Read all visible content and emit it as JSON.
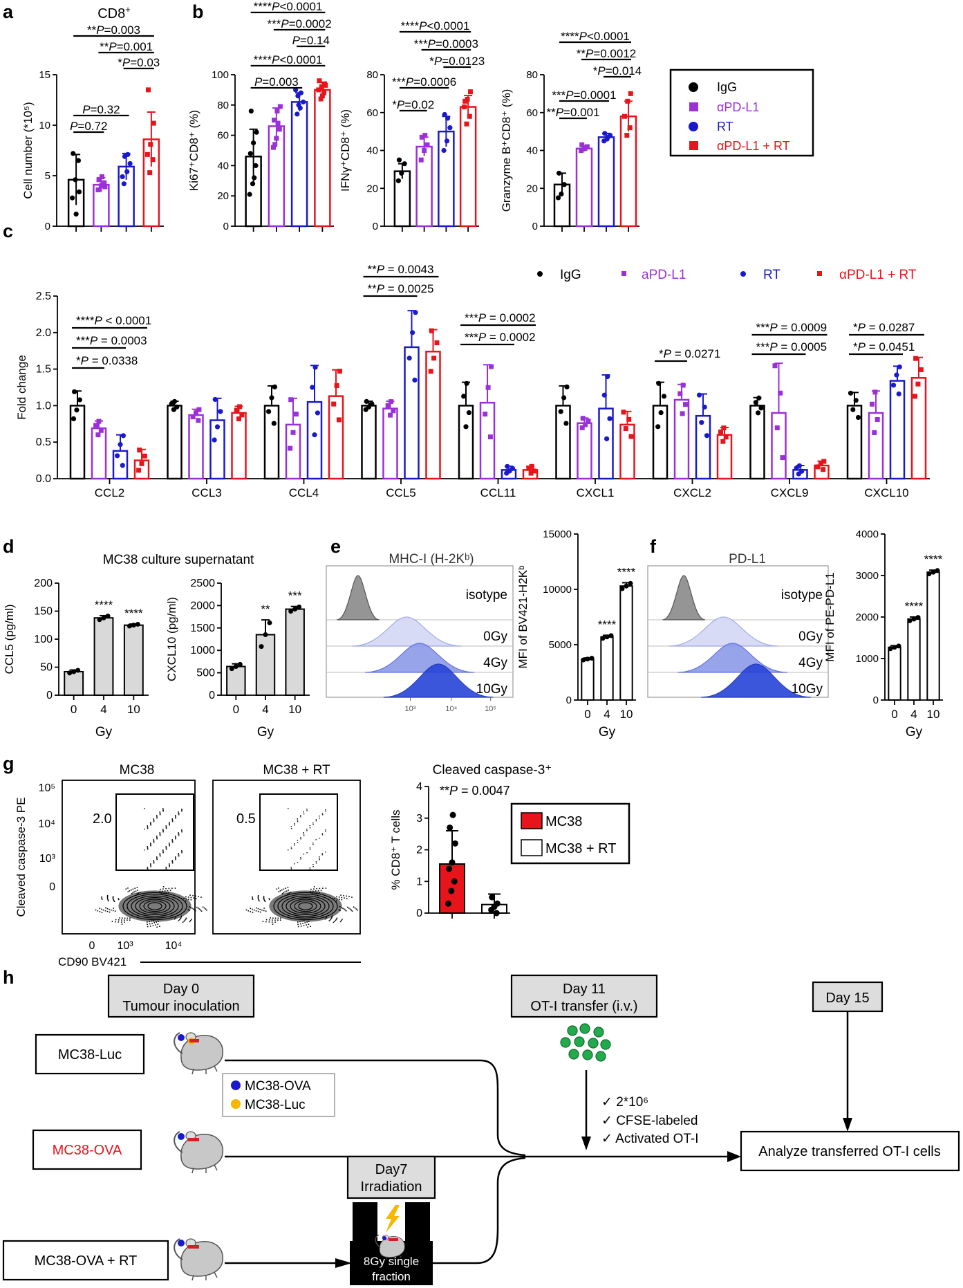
{
  "colors": {
    "igg": "#000000",
    "apdl1": "#9b30d9",
    "rt": "#1a1acc",
    "combo": "#e8141b",
    "grey_bar": "#d9d9d9",
    "hist_dark": "#1f3fd6",
    "hist_grey": "#888888"
  },
  "panel_labels": {
    "a": "a",
    "b": "b",
    "c": "c",
    "d": "d",
    "e": "e",
    "f": "f",
    "g": "g",
    "h": "h"
  },
  "panel_a": {
    "title_main": "CD8",
    "title_sup": "+",
    "chart_data": {
      "type": "bar",
      "ylabel": "Cell number (*10⁵)",
      "ylim": [
        0,
        15
      ],
      "yticks": [
        "0",
        "5",
        "10",
        "15"
      ],
      "series": [
        {
          "name": "IgG",
          "mean": 4.6,
          "err": 2.5,
          "points": [
            2.8,
            4.6,
            6.5,
            7.2,
            1.2,
            3.4
          ]
        },
        {
          "name": "αPD-L1",
          "mean": 4.1,
          "err": 0.7,
          "points": [
            3.6,
            4.0,
            4.3,
            4.6,
            4.9,
            3.9
          ]
        },
        {
          "name": "RT",
          "mean": 5.9,
          "err": 1.3,
          "points": [
            4.2,
            5.4,
            6.2,
            6.9,
            7.1,
            4.9
          ]
        },
        {
          "name": "αPD-L1 + RT",
          "mean": 8.6,
          "err": 2.7,
          "points": [
            5.3,
            6.6,
            7.1,
            8.1,
            10.2,
            13.5
          ]
        }
      ],
      "sig": [
        {
          "s": "**",
          "t": "P=0.003"
        },
        {
          "s": "**",
          "t": "P=0.001"
        },
        {
          "s": "*",
          "t": "P=0.03"
        },
        {
          "s": "",
          "t": "P=0.32"
        },
        {
          "s": "",
          "t": "P=0.72"
        }
      ]
    }
  },
  "panel_b1": {
    "chart_data": {
      "type": "bar",
      "ylabel": "Ki67⁺CD8⁺ (%)",
      "ylim": [
        0,
        100
      ],
      "yticks": [
        "0",
        "20",
        "40",
        "60",
        "80",
        "100"
      ],
      "series": [
        {
          "name": "IgG",
          "mean": 46,
          "err": 18,
          "points": [
            21,
            28,
            40,
            48,
            55,
            62,
            76,
            32
          ]
        },
        {
          "name": "αPD-L1",
          "mean": 66,
          "err": 12,
          "points": [
            52,
            58,
            64,
            70,
            76,
            79,
            54,
            68
          ]
        },
        {
          "name": "RT",
          "mean": 82,
          "err": 6,
          "points": [
            74,
            78,
            82,
            86,
            88,
            90,
            80
          ]
        },
        {
          "name": "αPD-L1 + RT",
          "mean": 90,
          "err": 5,
          "points": [
            84,
            88,
            90,
            92,
            94,
            96,
            86,
            93
          ]
        }
      ],
      "sig": [
        {
          "s": "****",
          "t": "P<0.0001"
        },
        {
          "s": "***",
          "t": "P=0.0002"
        },
        {
          "s": "",
          "t": "P=0.14"
        },
        {
          "s": "****",
          "t": "P<0.0001"
        },
        {
          "s": "",
          "t": "P=0.003"
        }
      ]
    }
  },
  "panel_b2": {
    "chart_data": {
      "type": "bar",
      "ylabel": "IFNγ⁺CD8⁺ (%)",
      "ylim": [
        0,
        80
      ],
      "yticks": [
        "0",
        "20",
        "40",
        "60",
        "80"
      ],
      "series": [
        {
          "name": "IgG",
          "mean": 29,
          "err": 4,
          "points": [
            24,
            28,
            33,
            35
          ]
        },
        {
          "name": "αPD-L1",
          "mean": 42,
          "err": 5,
          "points": [
            35,
            40,
            43,
            47,
            48
          ]
        },
        {
          "name": "RT",
          "mean": 50,
          "err": 8,
          "points": [
            40,
            45,
            52,
            59,
            57
          ]
        },
        {
          "name": "αPD-L1 + RT",
          "mean": 63,
          "err": 6,
          "points": [
            54,
            58,
            63,
            67,
            71,
            66
          ]
        }
      ],
      "sig": [
        {
          "s": "****",
          "t": "P<0.0001"
        },
        {
          "s": "***",
          "t": "P=0.0003"
        },
        {
          "s": "*",
          "t": "P=0.0123"
        },
        {
          "s": "***",
          "t": "P=0.0006"
        },
        {
          "s": "*",
          "t": "P=0.02"
        }
      ]
    }
  },
  "panel_b3": {
    "chart_data": {
      "type": "bar",
      "ylabel": "Granzyme B⁺CD8⁺ (%)",
      "ylim": [
        0,
        80
      ],
      "yticks": [
        "0",
        "20",
        "40",
        "60",
        "80"
      ],
      "series": [
        {
          "name": "IgG",
          "mean": 22,
          "err": 6,
          "points": [
            15,
            17,
            22,
            28
          ]
        },
        {
          "name": "αPD-L1",
          "mean": 41,
          "err": 1.5,
          "points": [
            40,
            41,
            42,
            43,
            41
          ]
        },
        {
          "name": "RT",
          "mean": 47,
          "err": 2,
          "points": [
            45,
            46,
            48,
            49,
            47
          ]
        },
        {
          "name": "αPD-L1 + RT",
          "mean": 58,
          "err": 8,
          "points": [
            48,
            52,
            58,
            66,
            70
          ]
        }
      ],
      "sig": [
        {
          "s": "****",
          "t": "P<0.0001"
        },
        {
          "s": "**",
          "t": "P=0.0012"
        },
        {
          "s": "*",
          "t": "P=0.014"
        },
        {
          "s": "***",
          "t": "P=0.0001"
        },
        {
          "s": "**",
          "t": "P=0.001"
        }
      ]
    }
  },
  "legend_ab": [
    "IgG",
    "αPD-L1",
    "RT",
    "αPD-L1 + RT"
  ],
  "panel_c": {
    "legend": [
      "IgG",
      "aPD-L1",
      "RT",
      "αPD-L1 + RT"
    ],
    "chart_data": {
      "type": "bar",
      "ylabel": "Fold change",
      "ylim": [
        0,
        2.5
      ],
      "yticks": [
        "0.0",
        "0.5",
        "1.0",
        "1.5",
        "2.0",
        "2.5"
      ],
      "categories": [
        "CCL2",
        "CCL3",
        "CCL4",
        "CCL5",
        "CCL11",
        "CXCL1",
        "CXCL2",
        "CXCL9",
        "CXCL10"
      ],
      "means": [
        [
          1.0,
          0.69,
          0.38,
          0.25
        ],
        [
          1.0,
          0.87,
          0.8,
          0.9
        ],
        [
          1.0,
          0.74,
          1.05,
          1.13
        ],
        [
          1.0,
          0.96,
          1.8,
          1.74
        ],
        [
          1.0,
          1.04,
          0.12,
          0.12
        ],
        [
          1.0,
          0.76,
          0.96,
          0.74
        ],
        [
          1.0,
          1.08,
          0.86,
          0.6
        ],
        [
          1.0,
          0.9,
          0.12,
          0.18
        ],
        [
          1.0,
          0.9,
          1.34,
          1.38
        ]
      ],
      "errs": [
        [
          0.2,
          0.1,
          0.22,
          0.15
        ],
        [
          0.06,
          0.08,
          0.3,
          0.09
        ],
        [
          0.27,
          0.36,
          0.5,
          0.36
        ],
        [
          0.06,
          0.1,
          0.5,
          0.3
        ],
        [
          0.32,
          0.52,
          0.05,
          0.05
        ],
        [
          0.27,
          0.07,
          0.46,
          0.18
        ],
        [
          0.32,
          0.21,
          0.3,
          0.1
        ],
        [
          0.11,
          0.68,
          0.06,
          0.06
        ],
        [
          0.18,
          0.3,
          0.2,
          0.28
        ]
      ],
      "sig": {
        "CCL2": [
          {
            "s": "****",
            "t": "P < 0.0001"
          },
          {
            "s": "***",
            "t": "P = 0.0003"
          },
          {
            "s": "*",
            "t": "P = 0.0338"
          }
        ],
        "CCL5": [
          {
            "s": "**",
            "t": "P = 0.0043"
          },
          {
            "s": "**",
            "t": "P = 0.0025"
          }
        ],
        "CCL11": [
          {
            "s": "***",
            "t": "P = 0.0002"
          },
          {
            "s": "***",
            "t": "P = 0.0002"
          }
        ],
        "CXCL2": [
          {
            "s": "*",
            "t": "P = 0.0271"
          }
        ],
        "CXCL9": [
          {
            "s": "***",
            "t": "P = 0.0009"
          },
          {
            "s": "***",
            "t": "P = 0.0005"
          }
        ],
        "CXCL10": [
          {
            "s": "*",
            "t": "P = 0.0287"
          },
          {
            "s": "*",
            "t": "P = 0.0451"
          }
        ]
      }
    }
  },
  "panel_d": {
    "title": "MC38 culture supernatant",
    "xlabel": "Gy",
    "xticks": [
      "0",
      "4",
      "10"
    ],
    "chart_data": [
      {
        "type": "bar",
        "ylabel": "CCL5 (pg/ml)",
        "ylim": [
          0,
          200
        ],
        "yticks": [
          "0",
          "50",
          "100",
          "150",
          "200"
        ],
        "values": [
          42,
          138,
          125
        ],
        "errs": [
          3,
          4,
          2
        ],
        "stars": [
          "",
          "****",
          "****"
        ]
      },
      {
        "type": "bar",
        "ylabel": "CXCL10 (pg/ml)",
        "ylim": [
          0,
          2500
        ],
        "yticks": [
          "0",
          "500",
          "1000",
          "1500",
          "2000",
          "2500"
        ],
        "values": [
          640,
          1350,
          1920
        ],
        "errs": [
          60,
          330,
          60
        ],
        "stars": [
          "",
          "**",
          "***"
        ]
      }
    ]
  },
  "panel_e": {
    "title": "MHC-I (H-2Kᵇ)",
    "hist_labels": [
      "isotype",
      "0Gy",
      "4Gy",
      "10Gy"
    ],
    "hist_xticks": [
      "10³",
      "10⁴",
      "10⁵"
    ],
    "chart_data": {
      "type": "bar",
      "ylabel": "MFI of BV421-H2Kᵇ",
      "ylim": [
        0,
        15000
      ],
      "yticks": [
        "0",
        "5000",
        "10000",
        "15000"
      ],
      "xticks": [
        "0",
        "4",
        "10"
      ],
      "xlabel": "Gy",
      "values": [
        3700,
        5700,
        10300
      ],
      "errs": [
        100,
        150,
        300
      ],
      "stars": [
        "",
        "****",
        "****"
      ]
    }
  },
  "panel_f": {
    "title": "PD-L1",
    "hist_labels": [
      "isotype",
      "0Gy",
      "4Gy",
      "10Gy"
    ],
    "chart_data": {
      "type": "bar",
      "ylabel": "MFI of PE-PD-L1",
      "ylim": [
        0,
        4000
      ],
      "yticks": [
        "0",
        "1000",
        "2000",
        "3000",
        "4000"
      ],
      "xticks": [
        "0",
        "4",
        "10"
      ],
      "xlabel": "Gy",
      "values": [
        1270,
        1950,
        3080
      ],
      "errs": [
        40,
        50,
        50
      ],
      "stars": [
        "",
        "****",
        "****"
      ]
    }
  },
  "panel_g": {
    "flow_titles": [
      "MC38",
      "MC38 + RT"
    ],
    "gate_values": [
      "2.0",
      "0.5"
    ],
    "ylabel": "Cleaved caspase-3 PE",
    "xlabel": "CD90 BV421",
    "yticks": [
      "10⁵",
      "10⁴",
      "10³",
      "0"
    ],
    "xticks": [
      "0",
      "10³",
      "10⁴"
    ],
    "bar_title": "Cleaved caspase-3⁺",
    "chart_data": {
      "type": "bar",
      "ylabel": "% CD8⁺ T cells",
      "ylim": [
        0,
        4
      ],
      "yticks": [
        "0",
        "1",
        "2",
        "3",
        "4"
      ],
      "values": [
        1.55,
        0.27
      ],
      "errs": [
        1.05,
        0.33
      ],
      "points": [
        [
          0.3,
          0.7,
          1.0,
          1.4,
          1.6,
          2.2,
          2.7,
          3.1
        ],
        [
          0.0,
          0.1,
          0.2,
          0.3,
          0.5
        ]
      ],
      "sig": "**P = 0.0047",
      "legend": [
        "MC38",
        "MC38 + RT"
      ]
    }
  },
  "panel_h": {
    "day0_line1": "Day 0",
    "day0_line2": "Tumour inoculation",
    "day11_line1": "Day 11",
    "day11_line2": "OT-I transfer (i.v.)",
    "day15": "Day 15",
    "groups": [
      "MC38-Luc",
      "MC38-OVA",
      "MC38-OVA + RT"
    ],
    "legend": [
      "MC38-OVA",
      "MC38-Luc"
    ],
    "checks": [
      "2*10⁶",
      "CFSE-labeled",
      "Activated OT-I"
    ],
    "day7_line1": "Day7",
    "day7_line2": "Irradiation",
    "irr_line1": "8Gy single",
    "irr_line2": "fraction",
    "analyze": "Analyze transferred OT-I cells"
  }
}
